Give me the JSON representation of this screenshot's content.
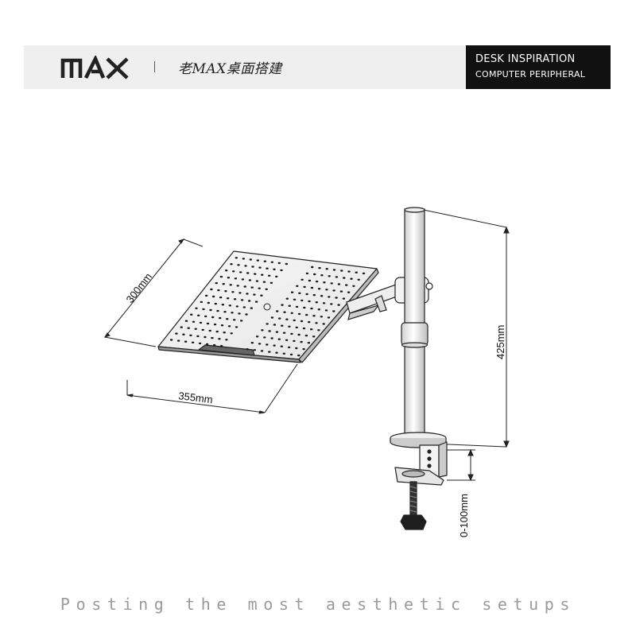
{
  "header": {
    "logo_text": "MAX",
    "brand_cn": "老MAX桌面搭建",
    "right_title": "DESK INSPIRATION",
    "right_subtitle": "COMPUTER PERIPHERAL"
  },
  "diagram": {
    "dim_depth": "300mm",
    "dim_width": "355mm",
    "dim_height": "425mm",
    "dim_clamp": "0-100mm"
  },
  "footer": {
    "tagline": "Posting the most aesthetic setups"
  }
}
